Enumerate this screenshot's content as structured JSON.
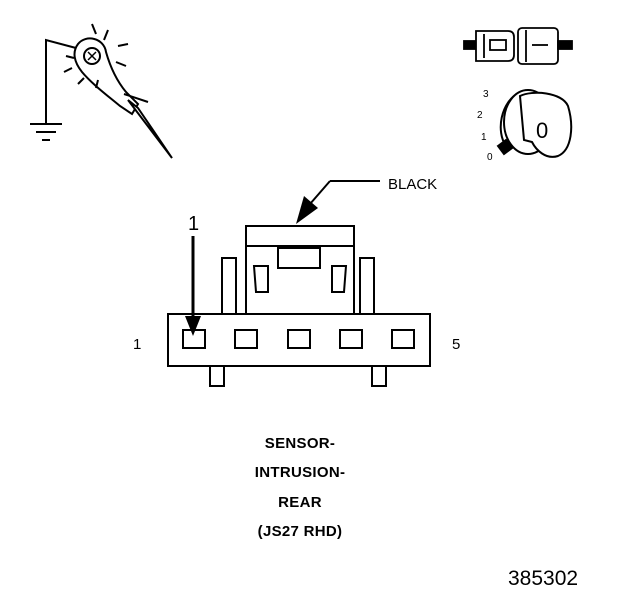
{
  "labels": {
    "wire_color": "BLACK",
    "pin_indicator": "1",
    "pin_left": "1",
    "pin_right": "5"
  },
  "ignition_positions": [
    "3",
    "2",
    "1",
    "0"
  ],
  "ignition_key_label": "0",
  "caption_lines": [
    "SENSOR-",
    "INTRUSION-",
    "REAR",
    "(JS27 RHD)"
  ],
  "figure_number": "385302"
}
